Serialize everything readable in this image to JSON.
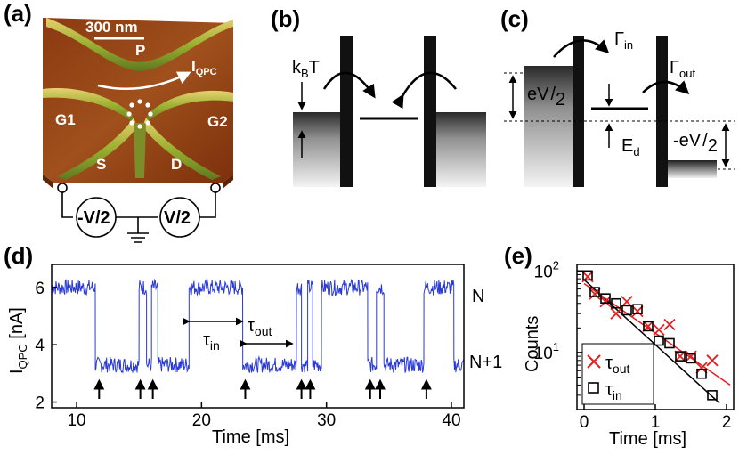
{
  "panels": {
    "a": {
      "label": "(a)",
      "scalebar": "300 nm",
      "gates": {
        "p": "P",
        "g1": "G1",
        "g2": "G2",
        "s": "S",
        "d": "D"
      },
      "current_label": "I",
      "current_sub": "QPC",
      "sources": {
        "left": "-V/2",
        "right": "V/2"
      }
    },
    "b": {
      "label": "(b)",
      "kT_main": "k",
      "kT_sub": "B",
      "kT_end": "T"
    },
    "c": {
      "label": "(c)",
      "gamma_in_main": "Γ",
      "gamma_in_sub": "in",
      "gamma_out_main": "Γ",
      "gamma_out_sub": "out",
      "ev_pos_main": "eV",
      "ev_pos_den": "2",
      "ev_neg_main": "-eV",
      "ev_neg_den": "2",
      "ed_main": "E",
      "ed_sub": "d"
    },
    "d": {
      "label": "(d)",
      "level_N": "N",
      "level_N1": "N+1",
      "tau_in_main": "τ",
      "tau_in_sub": "in",
      "tau_out_main": "τ",
      "tau_out_sub": "out"
    },
    "e": {
      "label": "(e)",
      "legend": [
        {
          "symbol": "×",
          "main": "τ",
          "sub": "out",
          "color": "#e02020"
        },
        {
          "symbol": "□",
          "main": "τ",
          "sub": "in",
          "color": "#000000"
        }
      ]
    }
  },
  "chart_data": [
    {
      "type": "line",
      "panel": "d",
      "xlabel": "Time [ms]",
      "ylabel_main": "I",
      "ylabel_sub": "QPC",
      "ylabel_end": " [nA]",
      "xlim": [
        8,
        41
      ],
      "ylim": [
        1.8,
        6.8
      ],
      "xticks": [
        10,
        20,
        30,
        40
      ],
      "yticks": [
        2,
        4,
        6
      ],
      "levels": {
        "high": 6.0,
        "low": 3.3
      },
      "transitions_ms": [
        8,
        11.5,
        15.0,
        15.6,
        16.0,
        16.5,
        19.0,
        23.3,
        27.6,
        28.0,
        28.5,
        28.9,
        29.6,
        33.3,
        34.0,
        34.6,
        37.8,
        40.2,
        41
      ],
      "arrows_ms": [
        11.8,
        15.1,
        16.1,
        23.5,
        28.0,
        28.7,
        33.5,
        34.3,
        38.0
      ]
    },
    {
      "type": "scatter",
      "panel": "e",
      "xlabel": "Time [ms]",
      "ylabel": "Counts",
      "yscale": "log",
      "xlim": [
        -0.1,
        2.1
      ],
      "ylim": [
        2,
        120
      ],
      "xticks": [
        0,
        1,
        2
      ],
      "yticks": [
        {
          "value": 10,
          "label_main": "10",
          "label_exp": "1"
        },
        {
          "value": 100,
          "label_main": "10",
          "label_exp": "2"
        }
      ],
      "series": [
        {
          "name": "τout",
          "marker": "x",
          "color": "#e02020",
          "x": [
            0.05,
            0.15,
            0.3,
            0.45,
            0.6,
            0.75,
            0.9,
            1.05,
            1.2,
            1.35,
            1.5,
            1.65,
            1.8
          ],
          "y": [
            85,
            52,
            42,
            30,
            42,
            32,
            21,
            19,
            22,
            9,
            9,
            6.5,
            8
          ]
        },
        {
          "name": "τin",
          "marker": "square",
          "color": "#000000",
          "x": [
            0.05,
            0.15,
            0.3,
            0.45,
            0.6,
            0.75,
            0.9,
            1.05,
            1.2,
            1.35,
            1.5,
            1.65,
            1.8
          ],
          "y": [
            88,
            55,
            46,
            40,
            33,
            34,
            21,
            14,
            13,
            9,
            8.5,
            5.5,
            3
          ]
        }
      ],
      "fits": [
        {
          "color": "#000000",
          "x": [
            0,
            1.9
          ],
          "y": [
            78,
            2.4
          ]
        },
        {
          "color": "#e02020",
          "x": [
            0,
            2.05
          ],
          "y": [
            70,
            4.0
          ]
        }
      ]
    }
  ]
}
